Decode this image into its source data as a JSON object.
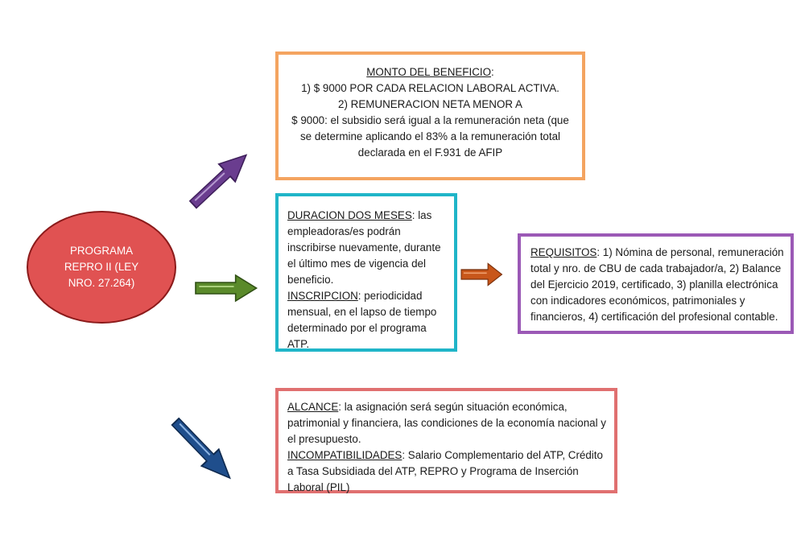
{
  "center": {
    "label": "PROGRAMA REPRO II (LEY NRO. 27.264)",
    "fill": "#e05252"
  },
  "monto": {
    "heading": "MONTO DEL BENEFICIO",
    "after_heading": ":",
    "line1": "1) $ 9000 POR CADA RELACION LABORAL ACTIVA.",
    "line2": "2) REMUNERACION NETA MENOR A",
    "line3": "$ 9000: el subsidio será igual a la remuneración neta (que se determine aplicando el 83% a la remuneración total declarada en el F.931 de AFIP",
    "border_color": "#f4a460"
  },
  "duracion": {
    "heading": "DURACION DOS MESES",
    "text": ": las empleadoras/es podrán inscribirse nuevamente, durante el último mes de vigencia del beneficio.",
    "heading2": "INSCRIPCION",
    "text2": ": periodicidad mensual, en el lapso de tiempo determinado por el programa ATP.",
    "border_color": "#20b5c8"
  },
  "requisitos": {
    "heading": "REQUISITOS",
    "text": ": 1) Nómina de personal, remuneración total y nro. de CBU de cada trabajador/a, 2) Balance del Ejercicio 2019, certificado, 3) planilla electrónica con indicadores económicos, patrimoniales y financieros, 4) certificación del profesional contable.",
    "border_color": "#9b59b6"
  },
  "alcance": {
    "heading": "ALCANCE",
    "text": ": la asignación será según situación económica, patrimonial y financiera, las condiciones de la economía nacional y el presupuesto.",
    "heading2": "INCOMPATIBILIDADES",
    "text2": ": Salario Complementario del ATP, Crédito a Tasa Subsidiada del ATP, REPRO y Programa de Inserción Laboral (PIL)",
    "border_color": "#e07070"
  },
  "arrows": {
    "up_right": "#6a3d8f",
    "right": "#5a8a2a",
    "down_right": "#1f4e8c",
    "to_requisitos": "#c8561a"
  }
}
